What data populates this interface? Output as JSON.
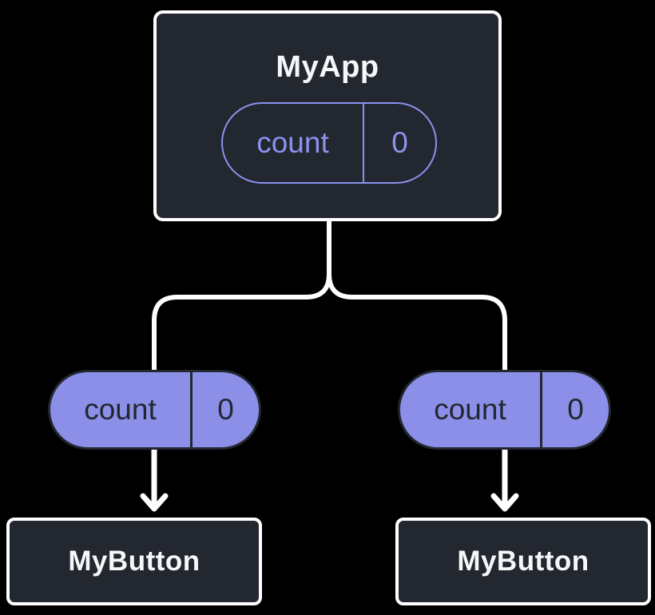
{
  "diagram": {
    "root": {
      "title": "MyApp",
      "state": {
        "label": "count",
        "value": "0"
      }
    },
    "props": [
      {
        "label": "count",
        "value": "0"
      },
      {
        "label": "count",
        "value": "0"
      }
    ],
    "children": [
      {
        "title": "MyButton"
      },
      {
        "title": "MyButton"
      }
    ]
  },
  "colors": {
    "background": "#000000",
    "node_fill": "#23272F",
    "node_border": "#FFFFFF",
    "node_text": "#F6F7F9",
    "state_outline": "#8A92EE",
    "prop_fill": "#8B8FE8",
    "prop_border": "#23272F",
    "prop_text": "#23272F",
    "connector": "#FFFFFF"
  }
}
